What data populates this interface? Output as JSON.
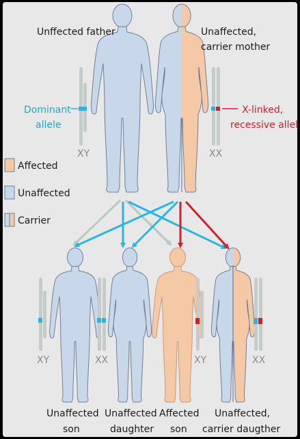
{
  "parents": {
    "father": {
      "label": "Unffected father",
      "chromosome": "XY"
    },
    "mother": {
      "label_line1": "Unaffected,",
      "label_line2": "carrier mother",
      "chromosome": "XX"
    }
  },
  "alleles": {
    "dominant_line1": "Dominant",
    "dominant_line2": "allele",
    "recessive_line1": "X-linked,",
    "recessive_line2": "recessive allele"
  },
  "legend": {
    "affected": "Affected",
    "unaffected": "Unaffected",
    "carrier": "Carrier"
  },
  "children": [
    {
      "line1": "Unaffected",
      "line2": "son",
      "chromosome": "XY"
    },
    {
      "line1": "Unaffected",
      "line2": "daughter",
      "chromosome": "XX"
    },
    {
      "line1": "Affected",
      "line2": "son",
      "chromosome": "XY"
    },
    {
      "line1": "Unaffected,",
      "line2": "carrier daugther",
      "chromosome": "XX"
    }
  ],
  "colors": {
    "unaffected": "#c9d7ea",
    "affected": "#f6c9a6",
    "dominant": "#29b6e3",
    "recessive": "#d21f2b",
    "gray_arrow": "#b8c8c4",
    "chromosome": "#c3ccc8"
  }
}
